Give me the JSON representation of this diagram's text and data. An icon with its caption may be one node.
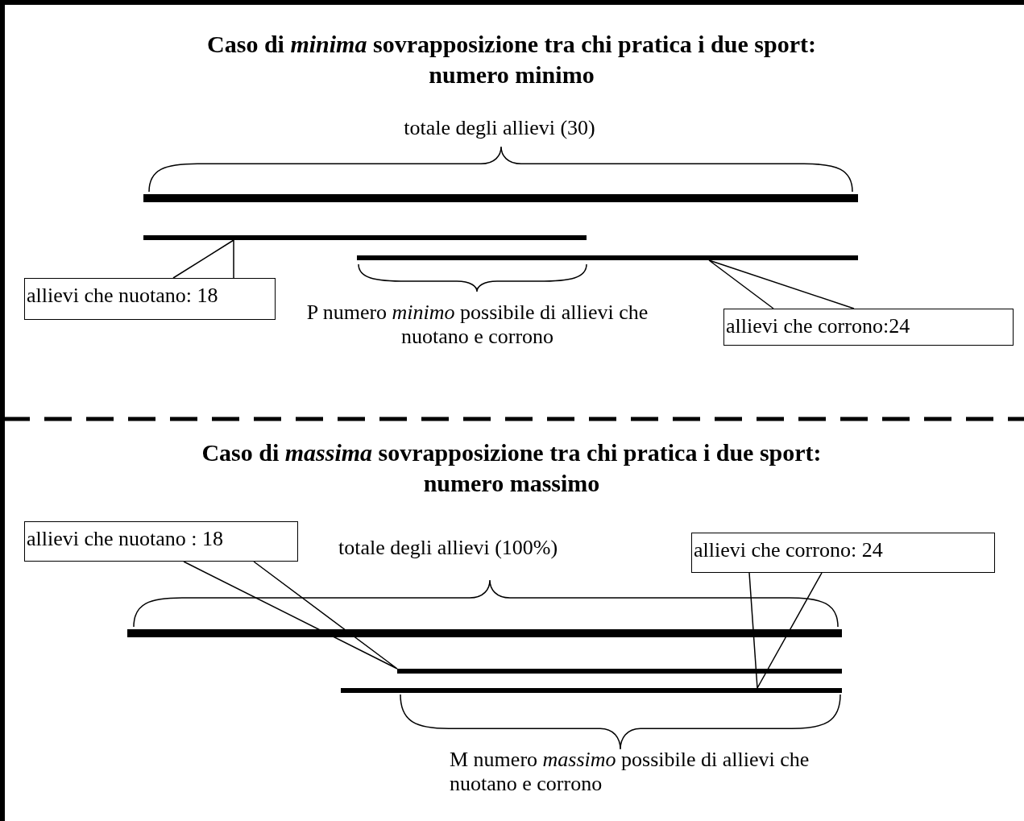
{
  "diagram": {
    "nodes": [
      {
        "text": [
          "allievi che nuotano: 18"
        ]
      },
      {
        "text": [],
        "shape": "bar"
      },
      {
        "text": [],
        "shape": "bar"
      },
      {
        "text": [
          "allievi che corrono:24"
        ]
      },
      {
        "text": [
          "allievi che nuotano : 18"
        ]
      },
      {
        "text": [
          "allievi che corrono: 24"
        ]
      },
      {
        "text": [],
        "shape": "bar"
      },
      {
        "text": [],
        "shape": "bar"
      }
    ],
    "edges": [
      {
        "from": 0,
        "to": 1,
        "arrow": "none"
      },
      {
        "from": 3,
        "to": 2,
        "arrow": "none"
      },
      {
        "from": 4,
        "to": 6,
        "arrow": "none"
      },
      {
        "from": 5,
        "to": 7,
        "arrow": "none"
      }
    ],
    "labels": [
      "**Caso di *minima* sovrapposizione tra chi pratica i due sport: numero minimo**",
      "totale degli allievi (30)",
      "P numero *minimo* possibile di allievi che nuotano e corrono",
      "**Caso di *massima* sovrapposizione tra chi pratica i due sport: numero massimo**",
      "totale degli allievi (100%)",
      "M numero *massimo* possibile di allievi che nuotano e corrono"
    ]
  }
}
